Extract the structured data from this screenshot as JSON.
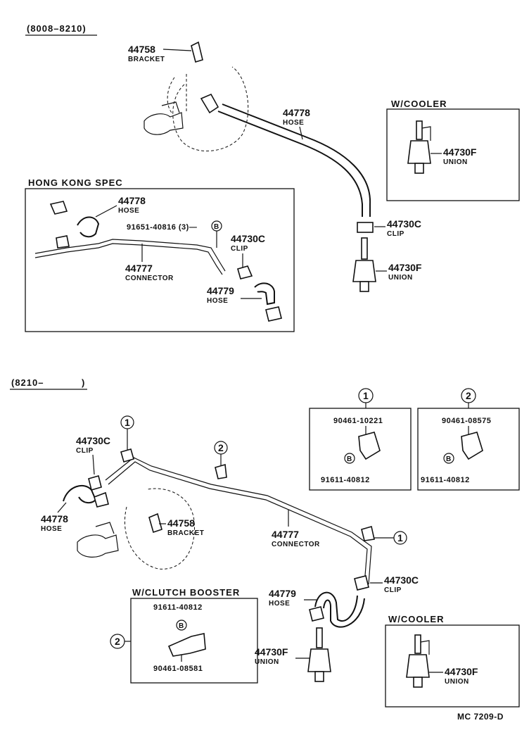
{
  "sections": {
    "early": "(8008–8210)",
    "late_prefix": "(8210–",
    "late_suffix": ")"
  },
  "boxes": {
    "hong_kong": "HONG  KONG  SPEC",
    "cooler": "W/COOLER",
    "clutch_booster": "W/CLUTCH  BOOSTER",
    "circle1": "1",
    "circle2": "2"
  },
  "parts": {
    "bracket_no": "44758",
    "bracket": "BRACKET",
    "hose_no": "44778",
    "hose": "HOSE",
    "hose2_no": "44779",
    "clip_no": "44730C",
    "clip": "CLIP",
    "union_no": "44730F",
    "union": "UNION",
    "connector_no": "44777",
    "connector": "CONNECTOR",
    "bolt_hk": "91651-40816 (3)—",
    "bolt_b": "B",
    "bolt_a": "91611-40812",
    "clamp1": "90461-10221",
    "clamp2": "90461-08575",
    "clamp3": "90461-08581"
  },
  "footer": {
    "code": "MC  7209-D"
  }
}
